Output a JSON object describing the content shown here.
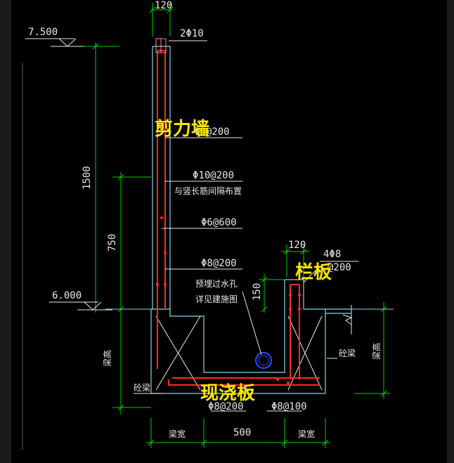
{
  "drawing": {
    "dims": {
      "top_width": "120",
      "level_top": "7.500",
      "level_mid": "6.000",
      "height_1500": "1500",
      "height_750": "750",
      "height_150": "150",
      "rail_width": "120",
      "span_500": "500",
      "beam_width_left": "梁宽",
      "beam_width_right": "梁宽",
      "beam_height_left": "梁高",
      "beam_height_right": "梁高"
    },
    "rebar": {
      "top_bars": "2Φ10",
      "wall_bar_1": "Φ8@200",
      "wall_bar_2": "Φ10@200",
      "wall_bar_note": "与竖长筋间隔布置",
      "wall_bar_3": "Φ6@600",
      "wall_bar_4": "Φ8@200",
      "rail_bars": "4Φ8",
      "rail_stirrup": "@200",
      "slab_bar_1": "Φ8@200",
      "slab_bar_2": "Φ8@100"
    },
    "notes": {
      "drain_hole_1": "预埋过水孔",
      "drain_hole_2": "详见建施图",
      "beam_left": "砼梁",
      "beam_right": "砼梁"
    },
    "labels": {
      "shear_wall": "剪力墙",
      "rail_slab": "栏板",
      "cast_slab": "现浇板"
    }
  }
}
